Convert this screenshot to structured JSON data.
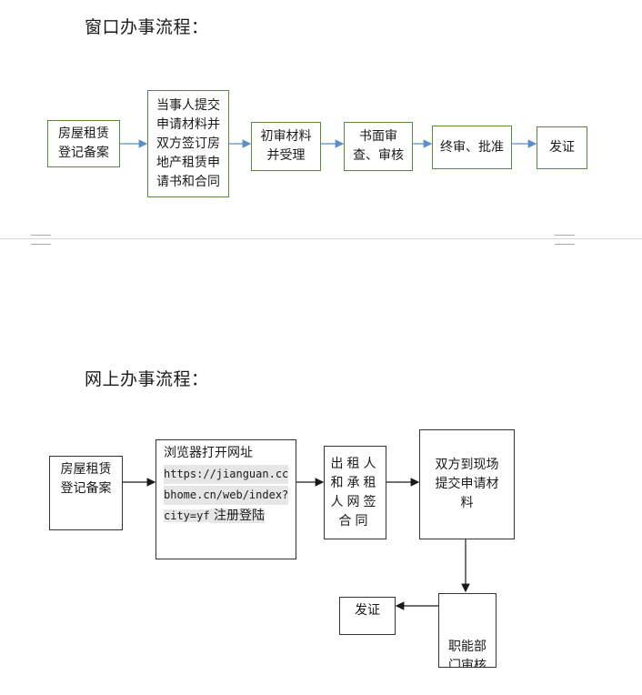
{
  "window_flow": {
    "heading": "窗口办事流程：",
    "steps": [
      [
        "房屋租赁",
        "登记备案"
      ],
      [
        "当事人提交",
        "申请材料并",
        "双方签订房",
        "地产租赁申",
        "请书和合同"
      ],
      [
        "初审材料",
        "并受理"
      ],
      [
        "书面审",
        "查、审核"
      ],
      [
        "终审、批准"
      ],
      [
        "发证"
      ]
    ]
  },
  "online_flow": {
    "heading": "网上办事流程：",
    "step1": [
      "房屋租赁",
      "登记备案"
    ],
    "step2_title": "浏览器打开网址",
    "step2_url": [
      "https://jianguan.cc",
      "bhome.cn/web/index?",
      "city=yf"
    ],
    "step2_suffix": " 注册登陆",
    "step3": [
      "出租人",
      "和承租",
      "人网签",
      "合同"
    ],
    "step4": [
      "双方到现场",
      "提交申请材",
      "料"
    ],
    "step5": [
      "职能部",
      "门审核"
    ],
    "step6": [
      "发证"
    ]
  },
  "colors": {
    "green_border": "#5a8a3a",
    "blue_arrow": "#5b8fc7",
    "black": "#1a1a1a"
  }
}
